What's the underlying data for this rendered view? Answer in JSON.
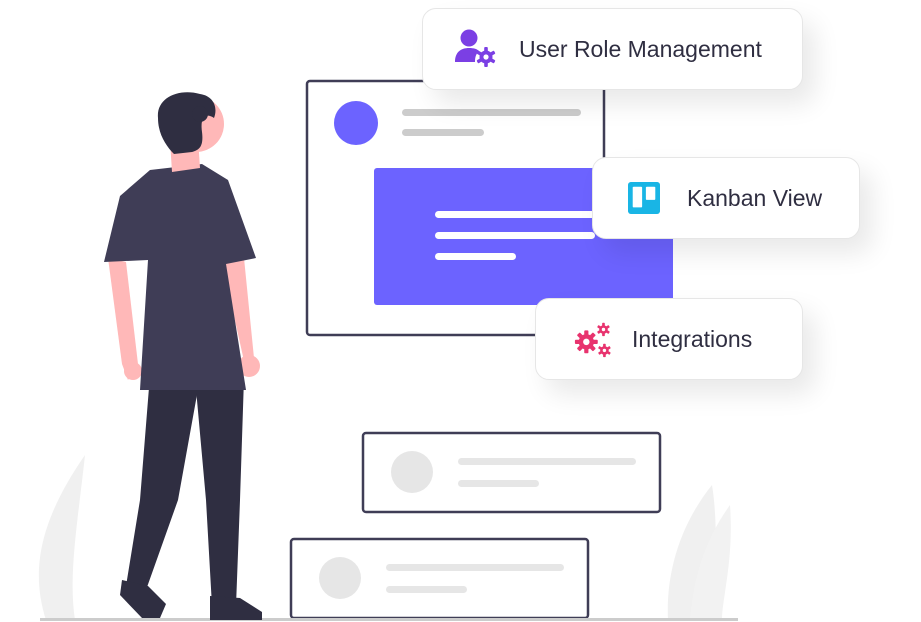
{
  "features": [
    {
      "id": "user-role-management",
      "label": "User Role Management",
      "icon": "user-gear-icon",
      "color": "#7b3fe4"
    },
    {
      "id": "kanban-view",
      "label": "Kanban View",
      "icon": "trello-board-icon",
      "color": "#19b5e5"
    },
    {
      "id": "integrations",
      "label": "Integrations",
      "icon": "gears-icon",
      "color": "#e8336e"
    }
  ],
  "colors": {
    "accent": "#6c63ff",
    "ink": "#2f2e41",
    "skin": "#ffb8b8",
    "placeholder": "#e6e6e6",
    "line": "#cccccc"
  }
}
